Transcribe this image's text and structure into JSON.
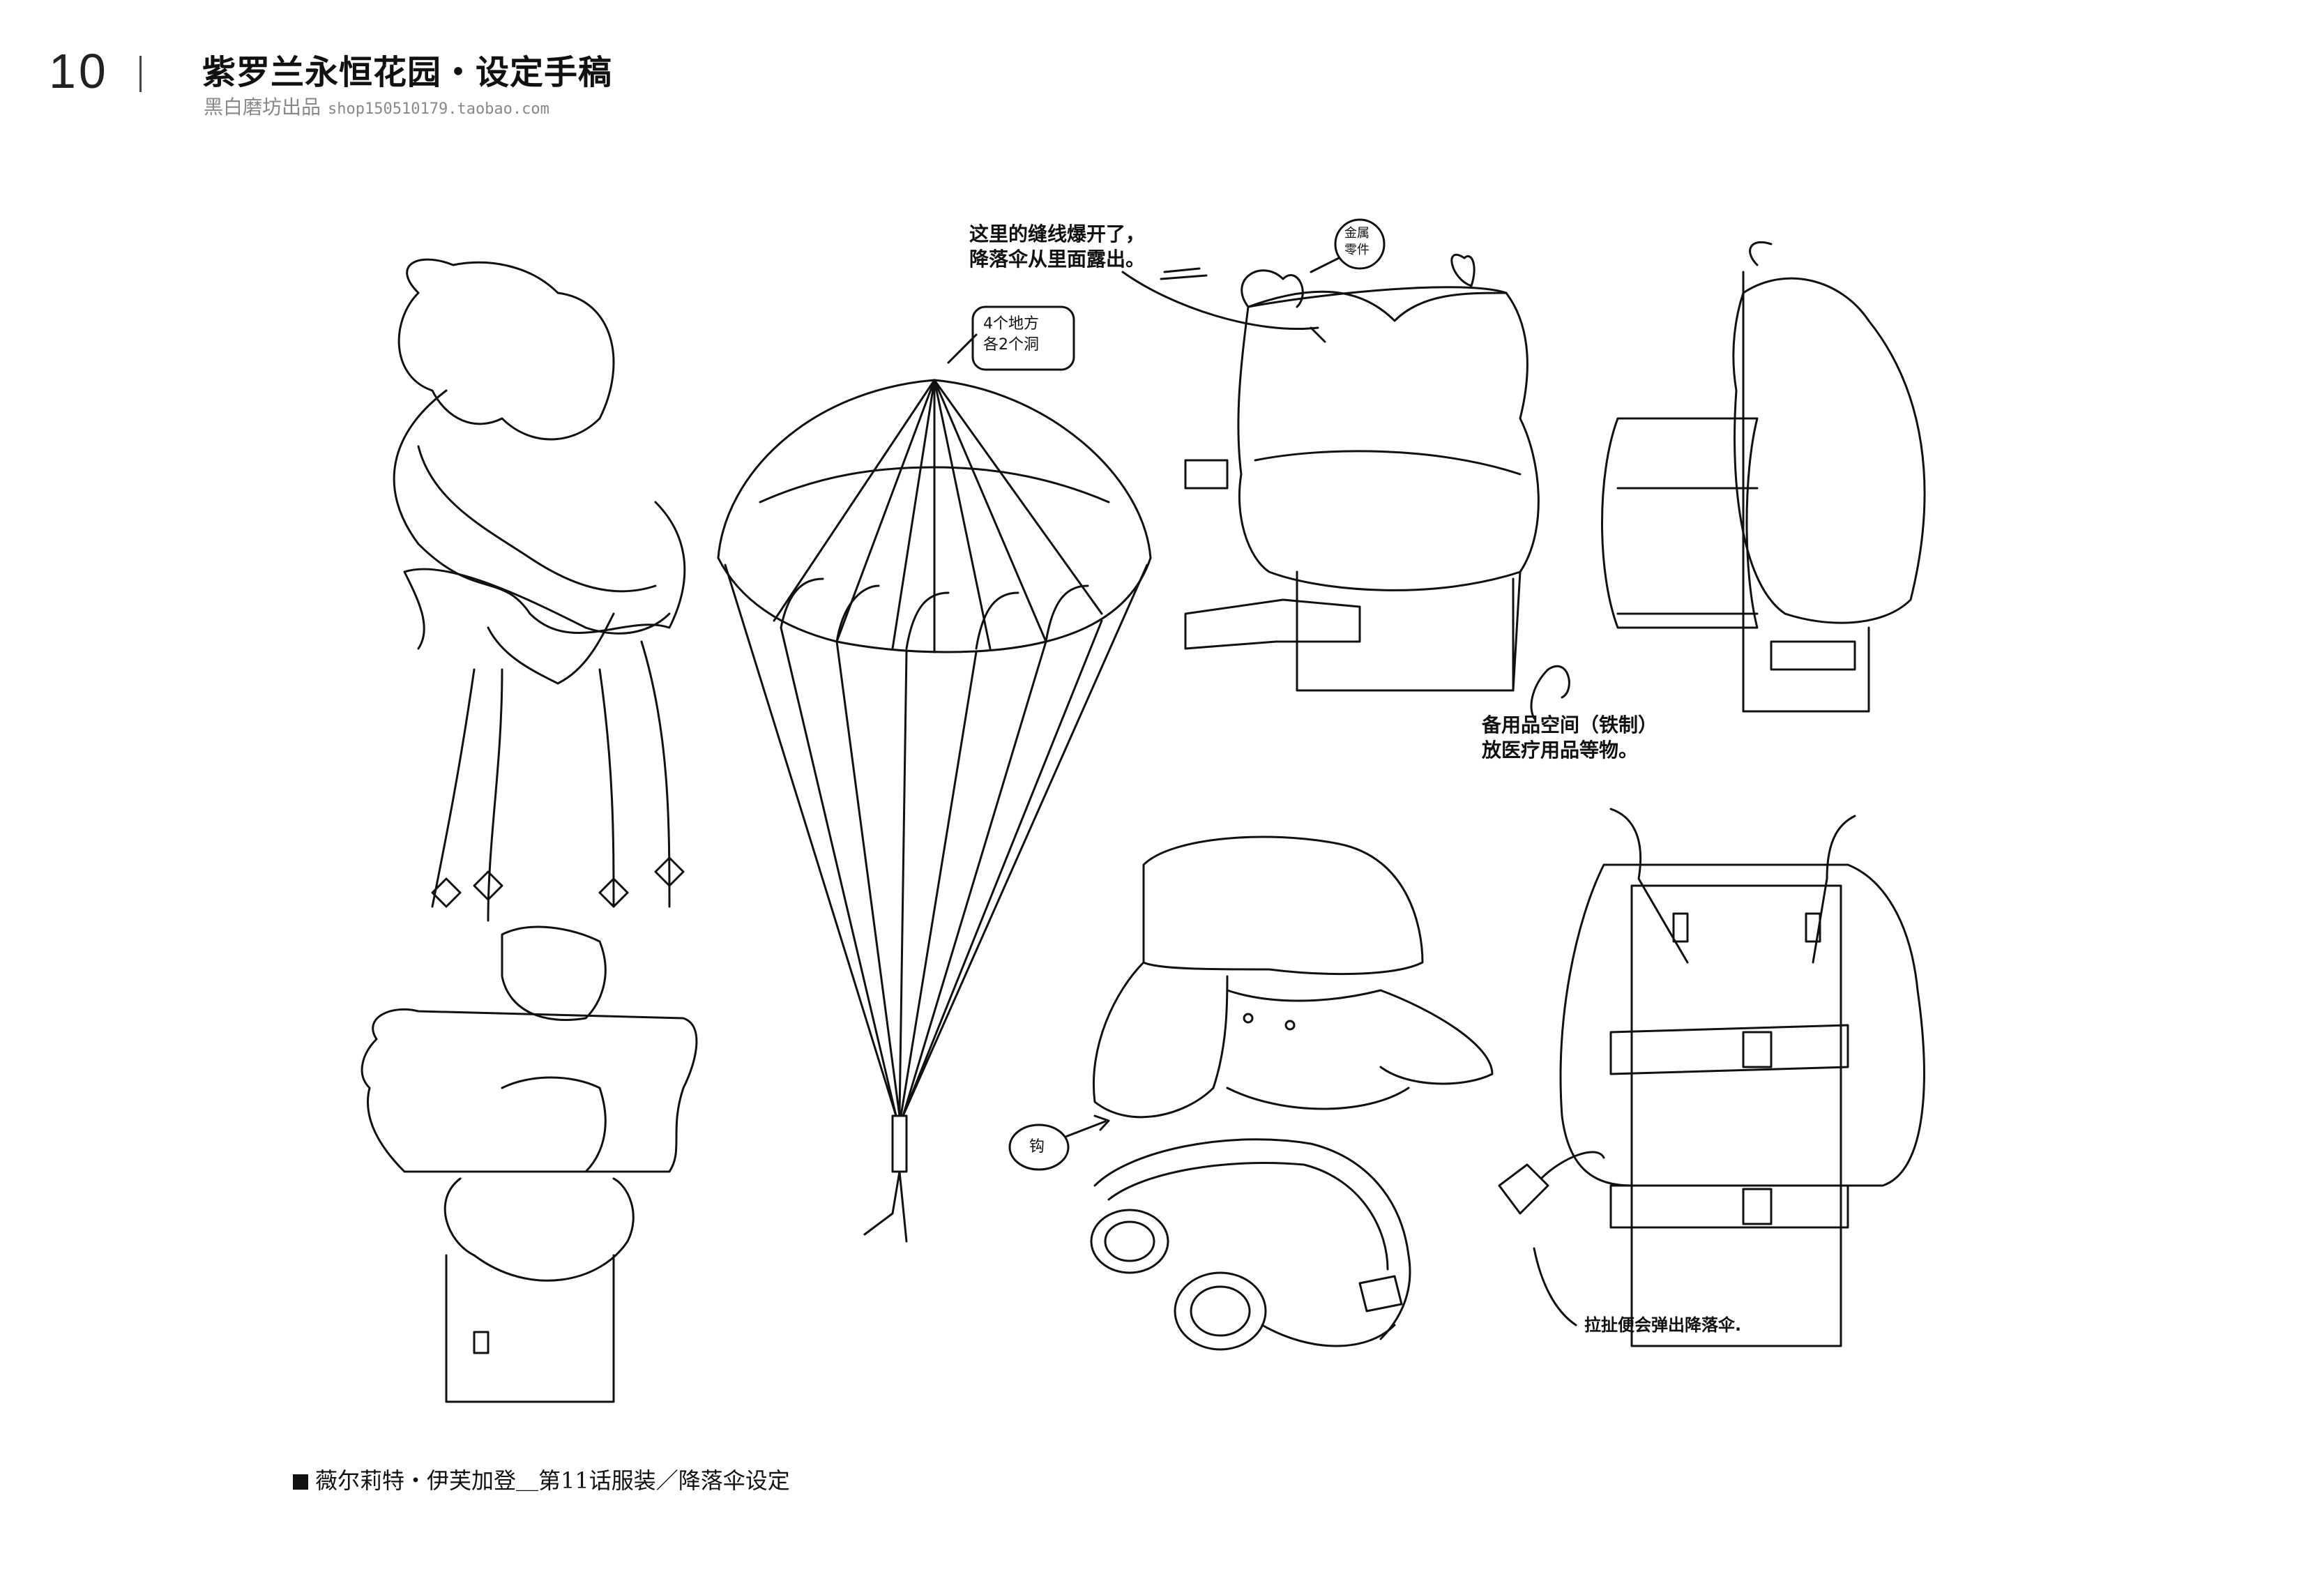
{
  "header": {
    "page_number": "10",
    "title": "紫罗兰永恒花园・设定手稿",
    "publisher": "黑白磨坊出品",
    "shop_url": "shop150510179.taobao.com"
  },
  "annotations": {
    "seam_note": "这里的缝线爆开了，\n降落伞从里面露出。",
    "metal_parts": "金属\n零件",
    "holes_note": "4个地方\n各2个洞",
    "storage_note": "备用品空间（铁制）\n放医疗用品等物。",
    "hook_label": "钩",
    "pull_note": "拉扯便会弹出降落伞."
  },
  "caption": {
    "text": "薇尔莉特・伊芙加登＿第11话服装／降落伞设定"
  }
}
